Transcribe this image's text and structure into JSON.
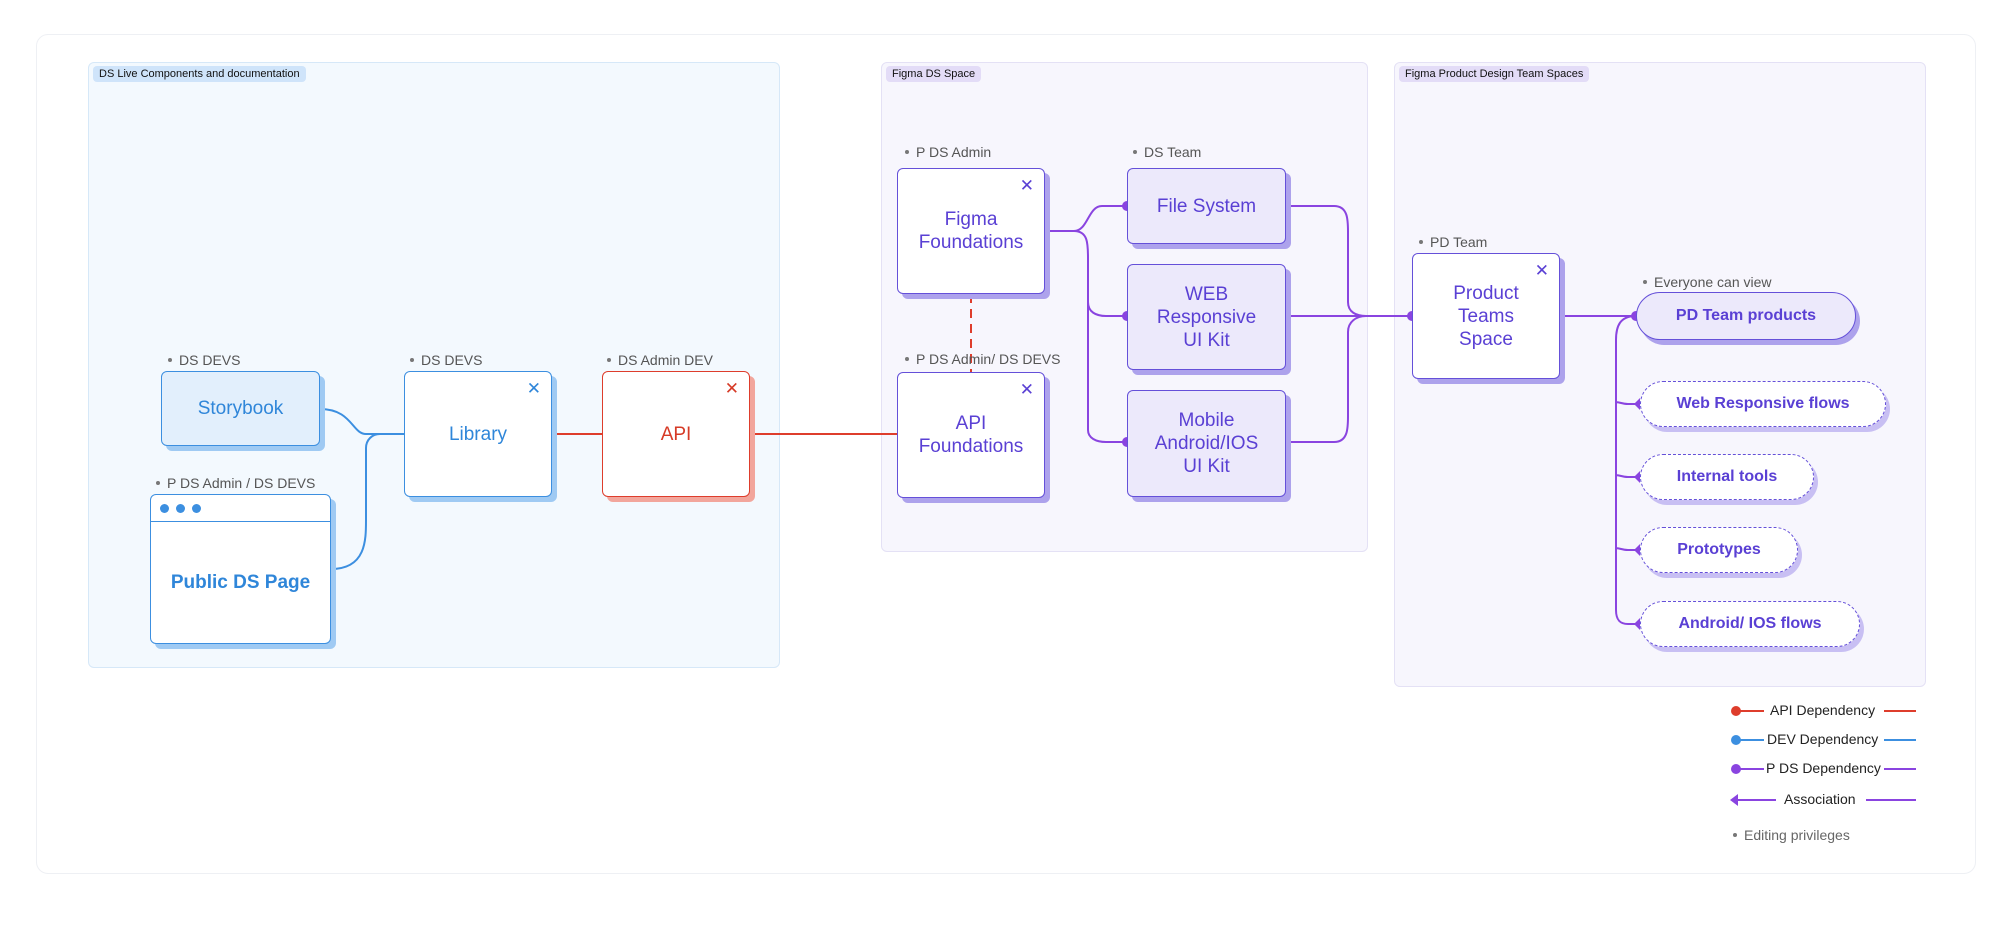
{
  "regions": {
    "live": "DS Live Components and documentation",
    "figma_ds": "Figma DS Space",
    "product": "Figma Product Design Team Spaces"
  },
  "captions": {
    "storybook": "DS DEVS",
    "public_page": "P DS Admin / DS DEVS",
    "library": "DS DEVS",
    "api": "DS Admin DEV",
    "figma_foundations": "P DS Admin",
    "api_foundations": "P DS Admin/  DS DEVS",
    "ds_team": "DS Team",
    "pd_team": "PD Team",
    "everyone": "Everyone can view"
  },
  "nodes": {
    "storybook": "Storybook",
    "public_page": "Public DS Page",
    "library": "Library",
    "api": "API",
    "figma_foundations": "Figma\nFoundations",
    "api_foundations": "API\nFoundations",
    "file_system": "File System",
    "web_kit": "WEB\nResponsive\nUI Kit",
    "mobile_kit": "Mobile\nAndroid/IOS\nUI Kit",
    "product_space": "Product\nTeams\nSpace"
  },
  "pills": {
    "pd_products": "PD Team products",
    "web_flows": "Web Responsive flows",
    "internal_tools": "Internal tools",
    "prototypes": "Prototypes",
    "mobile_flows": "Android/ IOS flows"
  },
  "legend": {
    "api": "API Dependency",
    "dev": "DEV Dependency",
    "pds": "P DS Dependency",
    "association": "Association",
    "editing": "Editing privileges"
  },
  "colors": {
    "api": "#de3d2c",
    "dev": "#3c8fe0",
    "pds": "#8a44e0",
    "region_live_bg": "#f3f9fe",
    "region_live_tag": "#cfe4fa",
    "region_purple_bg": "#f7f6fd",
    "region_purple_tag": "#e3dcf7"
  },
  "icons": {
    "close": "close-icon",
    "browser_dots": "browser-dots-icon"
  }
}
